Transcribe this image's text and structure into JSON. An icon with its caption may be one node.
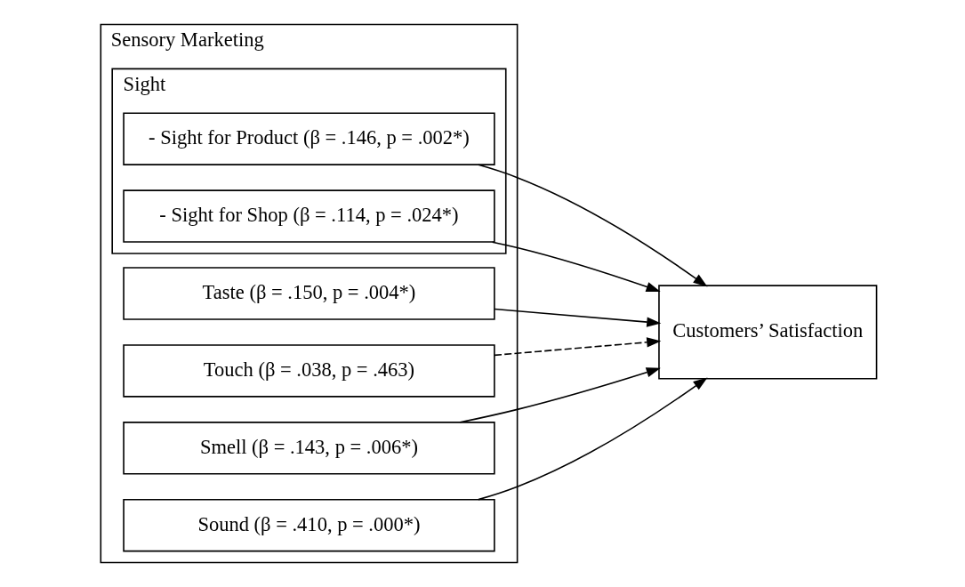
{
  "diagram": {
    "nodes": [
      {
        "text": [
          "Sensory Marketing"
        ]
      },
      {
        "text": [
          "Taste (β = .150, p = .004*)"
        ],
        "in": 0
      },
      {
        "text": [
          "Touch (β = .038, p = .463)"
        ],
        "in": 0
      },
      {
        "text": [
          "Sight"
        ],
        "in": 0
      },
      {
        "text": [
          "- Sight for Product (β = .146, p = .002*)"
        ],
        "in": 3
      },
      {
        "text": [
          "- Sight for Shop (β = .114, p = .024*)"
        ],
        "in": 3
      },
      {
        "text": [
          "Smell (β = .143, p = .006*)"
        ],
        "in": 0
      },
      {
        "text": [
          "Sound (β = .410, p = .000*)"
        ],
        "in": 0
      },
      {
        "text": [
          "Customers’ Satisfaction"
        ]
      }
    ],
    "edges": [
      {
        "from": 1,
        "to": 8,
        "arrow": "to"
      },
      {
        "from": 2,
        "to": 8,
        "arrow": "to",
        "style": "dashed"
      },
      {
        "from": 4,
        "to": 8,
        "arrow": "to"
      },
      {
        "from": 5,
        "to": 8,
        "arrow": "to"
      },
      {
        "from": 6,
        "to": 8,
        "arrow": "to"
      },
      {
        "from": 7,
        "to": 8,
        "arrow": "to"
      }
    ]
  }
}
